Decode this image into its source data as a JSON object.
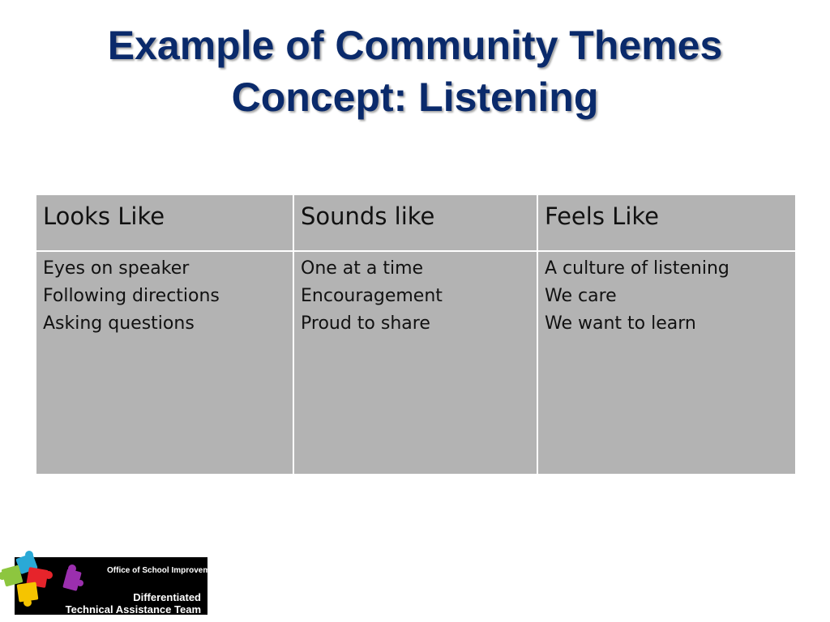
{
  "title": {
    "line1": "Example of Community Themes",
    "line2": "Concept: Listening"
  },
  "table": {
    "headers": [
      "Looks Like",
      "Sounds like",
      "Feels Like"
    ],
    "columns": [
      [
        "Eyes on speaker",
        "Following directions",
        "Asking questions"
      ],
      [
        "One at a time",
        "Encouragement",
        "Proud to share"
      ],
      [
        "A culture of listening",
        "We care",
        "We want to learn"
      ]
    ]
  },
  "logo": {
    "top_text": "Office of School Improvement",
    "line1": "Differentiated",
    "line2": "Technical Assistance Team",
    "icon": "puzzle-pieces-icon",
    "colors": [
      "#2aa9d6",
      "#8dc63f",
      "#e6242b",
      "#f5c400",
      "#9b2fae"
    ]
  },
  "colors": {
    "title": "#0a2a6b",
    "cell_bg": "#b3b3b3"
  }
}
